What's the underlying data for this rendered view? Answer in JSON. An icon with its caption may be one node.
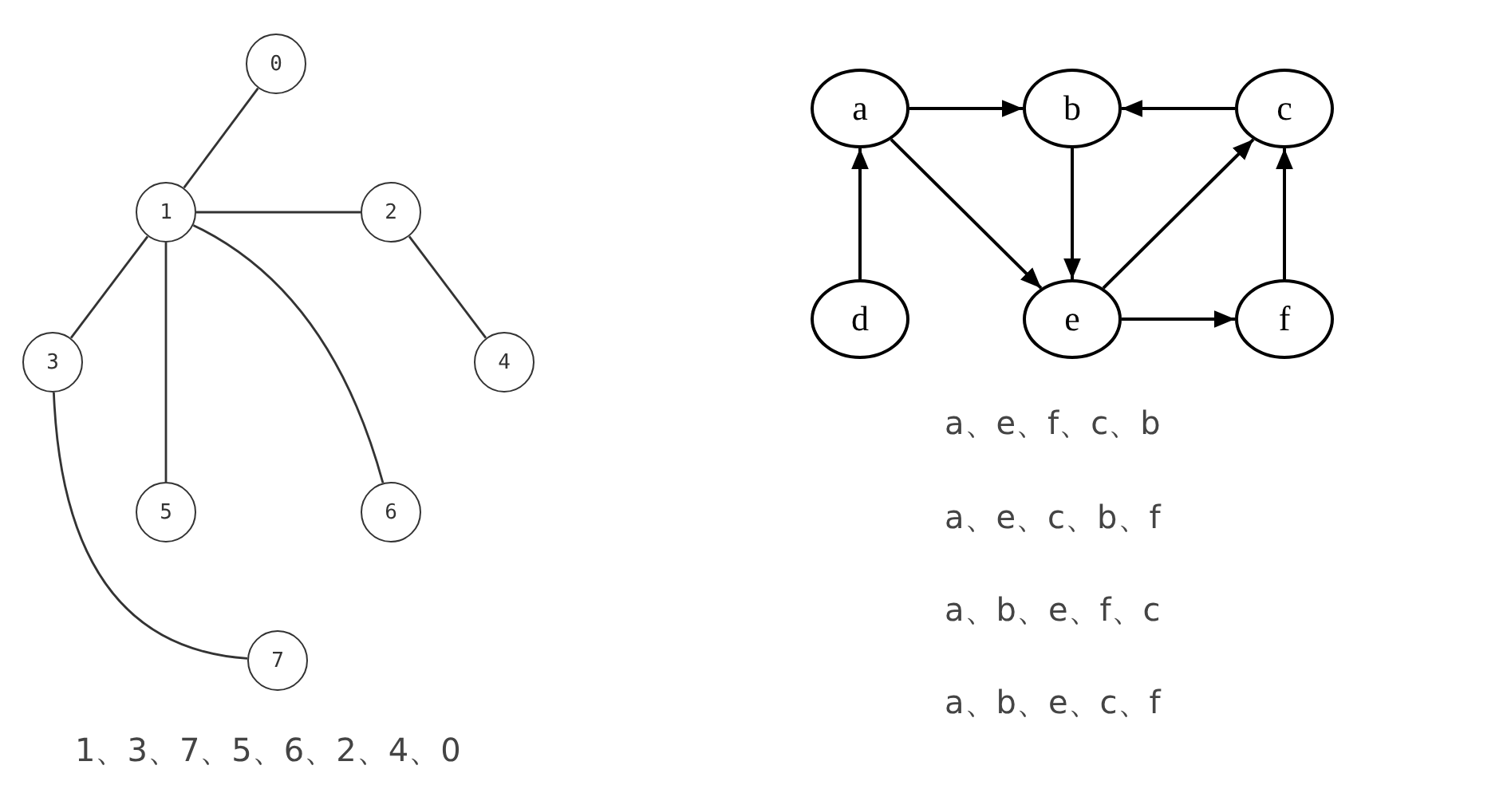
{
  "diagram": {
    "nodes": [
      {
        "text": [
          "0"
        ]
      },
      {
        "text": [
          "1"
        ]
      },
      {
        "text": [
          "2"
        ]
      },
      {
        "text": [
          "3"
        ]
      },
      {
        "text": [
          "4"
        ]
      },
      {
        "text": [
          "5"
        ]
      },
      {
        "text": [
          "6"
        ]
      },
      {
        "text": [
          "7"
        ]
      },
      {
        "text": [
          "a"
        ]
      },
      {
        "text": [
          "b"
        ]
      },
      {
        "text": [
          "c"
        ]
      },
      {
        "text": [
          "d"
        ]
      },
      {
        "text": [
          "e"
        ]
      },
      {
        "text": [
          "f"
        ]
      }
    ],
    "edges": [
      {
        "from": 0,
        "to": 1,
        "arrow": "none"
      },
      {
        "from": 1,
        "to": 2,
        "arrow": "none"
      },
      {
        "from": 1,
        "to": 3,
        "arrow": "none"
      },
      {
        "from": 1,
        "to": 5,
        "arrow": "none"
      },
      {
        "from": 1,
        "to": 6,
        "arrow": "none"
      },
      {
        "from": 2,
        "to": 4,
        "arrow": "none"
      },
      {
        "from": 3,
        "to": 7,
        "arrow": "none"
      },
      {
        "from": 8,
        "to": 9,
        "arrow": "to"
      },
      {
        "from": 10,
        "to": 9,
        "arrow": "to"
      },
      {
        "from": 11,
        "to": 8,
        "arrow": "to"
      },
      {
        "from": 8,
        "to": 12,
        "arrow": "to"
      },
      {
        "from": 9,
        "to": 12,
        "arrow": "to"
      },
      {
        "from": 12,
        "to": 10,
        "arrow": "to"
      },
      {
        "from": 12,
        "to": 13,
        "arrow": "to"
      },
      {
        "from": 13,
        "to": 10,
        "arrow": "to"
      }
    ],
    "labels": [
      "1、3、7、5、6、2、4、0",
      "a、e、f、c、b",
      "a、e、c、b、f",
      "a、b、e、f、c",
      "a、b、e、c、f"
    ]
  }
}
